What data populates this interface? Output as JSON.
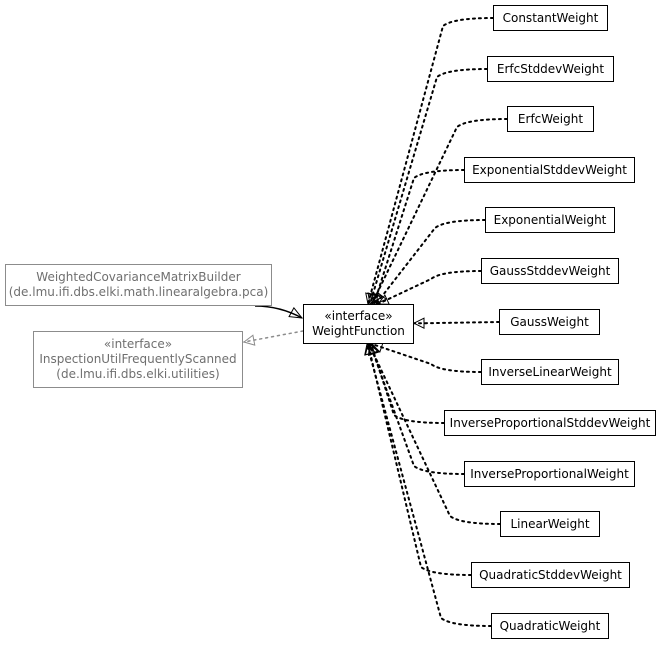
{
  "interface": {
    "stereotype": "«interface»",
    "name": "WeightFunction"
  },
  "builder": {
    "name": "WeightedCovarianceMatrixBuilder",
    "package": "(de.lmu.ifi.dbs.elki.math.linearalgebra.pca)"
  },
  "inspection": {
    "stereotype": "«interface»",
    "name": "InspectionUtilFrequentlyScanned",
    "package": "(de.lmu.ifi.dbs.elki.utilities)"
  },
  "implementations": [
    "ConstantWeight",
    "ErfcStddevWeight",
    "ErfcWeight",
    "ExponentialStddevWeight",
    "ExponentialWeight",
    "GaussStddevWeight",
    "GaussWeight",
    "InverseLinearWeight",
    "InverseProportionalStddevWeight",
    "InverseProportionalWeight",
    "LinearWeight",
    "QuadraticStddevWeight",
    "QuadraticWeight"
  ],
  "colors": {
    "box_border": "#000000",
    "muted_border": "#8c8c8c",
    "muted_text": "#6f6f6f"
  }
}
